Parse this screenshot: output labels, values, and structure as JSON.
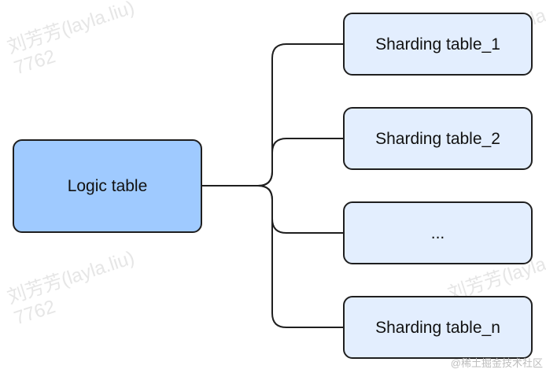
{
  "diagram": {
    "root": {
      "label": "Logic table"
    },
    "children": [
      {
        "label": "Sharding table_1"
      },
      {
        "label": "Sharding table_2"
      },
      {
        "label": "..."
      },
      {
        "label": "Sharding table_n"
      }
    ]
  },
  "watermark": {
    "text": "刘芳芳(layla.liu)\n7762"
  },
  "credit": {
    "text": "@稀土掘金技术社区"
  },
  "colors": {
    "root_fill": "#9fcaff",
    "child_fill": "#e3eefe",
    "stroke": "#1f1f1f"
  }
}
